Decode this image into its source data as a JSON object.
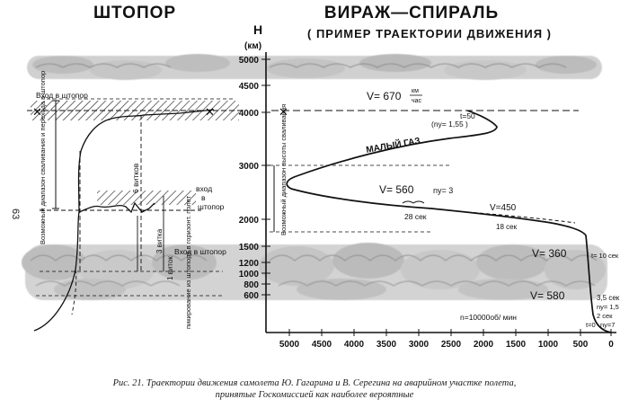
{
  "page_number": "63",
  "titles": {
    "left": "ШТОПОР",
    "right": "ВИРАЖ—СПИРАЛЬ",
    "subtitle": "( ПРИМЕР ТРАЕКТОРИИ ДВИЖЕНИЯ )"
  },
  "axis": {
    "h_label": "H",
    "h_unit": "(км)",
    "h_ticks": [
      "5000",
      "4500",
      "4000",
      "3000",
      "2000",
      "1500",
      "1200",
      "1000",
      "800",
      "600"
    ],
    "x_ticks": [
      "5000",
      "4500",
      "4000",
      "3500",
      "3000",
      "2500",
      "2000",
      "1500",
      "1000",
      "500",
      "0"
    ]
  },
  "left_annotations": {
    "spin_entry_top": "Вход в штопор",
    "spin_entry_mid_1": "вход",
    "spin_entry_mid_2": "в",
    "spin_entry_mid_3": "штопор",
    "spin_entry_low": "Вход в штопор",
    "turns_6": "6 витков",
    "turns_3": "3 витка",
    "turns_1": "1 виток",
    "possible_exit": "Возможный диапазон сваливания и перехода в штопор",
    "pikir": "пикирование из штопора в горизонт. полет"
  },
  "right_annotations": {
    "v670": "V= 670",
    "kmh_top": "км",
    "kmh_bottom": "час",
    "t50": "t=50",
    "ny155": "(nу= 1,55 )",
    "idle": "МАЛЫЙ ГАЗ",
    "v560": "V= 560",
    "ny3": "nу= 3",
    "v450": "V=450",
    "sec28": "28 сек",
    "sec18": "18 сек",
    "v360": "V= 360",
    "t10": "t= 10 сек",
    "v580": "V= 580",
    "sec35": "3,5 сек",
    "ny15": "nу= 1,5",
    "sec2": "2 сек",
    "ny7": "nу=7",
    "t0": "t=0",
    "rpm": "n=10000об/ мин",
    "range_label": "Возможный диапазон высоты сваливания"
  },
  "caption": {
    "line1": "Рис. 21. Траектории движения самолета Ю. Гагарина и В. Серегина на аварийном участке полета,",
    "line2": "принятые Госкомиссией как наиболее вероятные"
  }
}
